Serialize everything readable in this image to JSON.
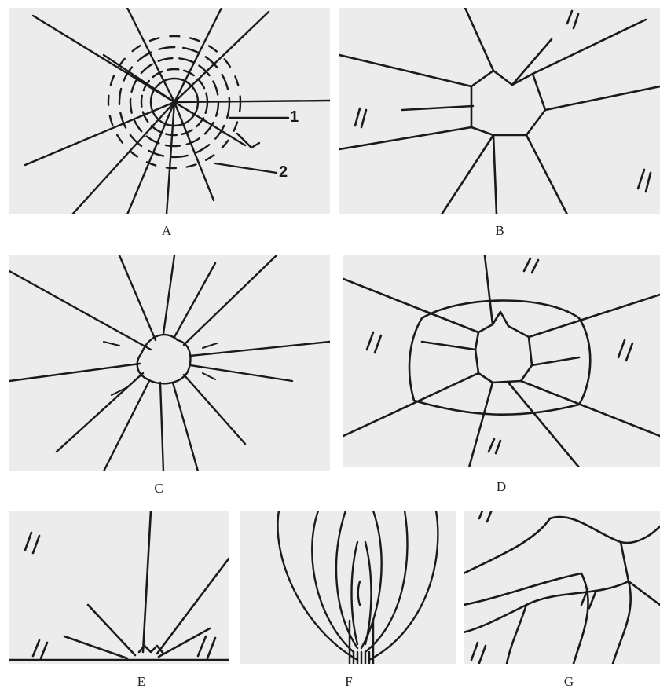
{
  "figure": {
    "panels": [
      {
        "id": "A",
        "caption": "A"
      },
      {
        "id": "B",
        "caption": "B"
      },
      {
        "id": "C",
        "caption": "C"
      },
      {
        "id": "D",
        "caption": "D"
      },
      {
        "id": "E",
        "caption": "E"
      },
      {
        "id": "F",
        "caption": "F"
      },
      {
        "id": "G",
        "caption": "G"
      }
    ],
    "callouts": [
      "1",
      "2"
    ]
  }
}
